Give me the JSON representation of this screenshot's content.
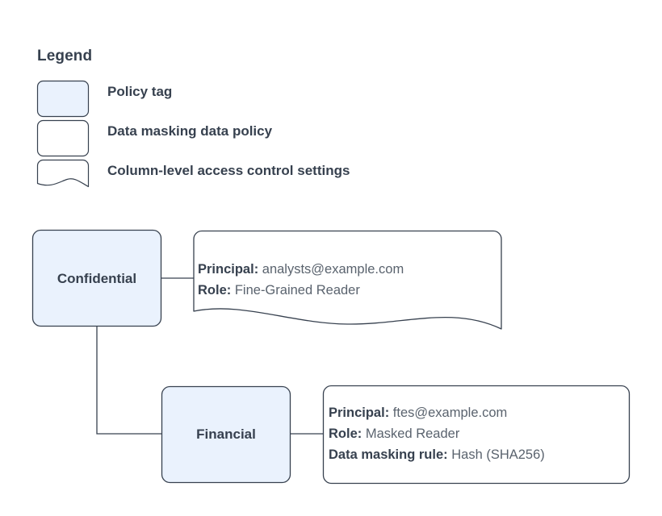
{
  "diagram": {
    "type": "policy-tag-hierarchy",
    "background": "#ffffff",
    "colors": {
      "tag_fill": "#eaf2fd",
      "note_fill": "#ffffff",
      "stroke": "#37414f",
      "connector": "#37414f",
      "text_strong": "#37414f",
      "text_normal": "#5a636e"
    }
  },
  "legend": {
    "title": "Legend",
    "items": [
      {
        "label": "Policy tag",
        "swatch": "rounded-rect-filled"
      },
      {
        "label": "Data masking data policy",
        "swatch": "rounded-rect-outline"
      },
      {
        "label": "Column-level access control settings",
        "swatch": "wavy-bottom-note"
      }
    ]
  },
  "nodes": [
    {
      "id": "confidential",
      "label": "Confidential",
      "kind": "policy-tag"
    },
    {
      "id": "financial",
      "label": "Financial",
      "kind": "policy-tag"
    }
  ],
  "notes": [
    {
      "id": "note-confidential",
      "kind": "column-level-access-control-settings",
      "shape": "wavy-bottom-note",
      "attached_to": "confidential",
      "rows": [
        {
          "key": "Principal:",
          "value": "analysts@example.com"
        },
        {
          "key": "Role:",
          "value": "Fine-Grained Reader"
        }
      ]
    },
    {
      "id": "note-financial",
      "kind": "data-masking-data-policy",
      "shape": "rounded-rect",
      "attached_to": "financial",
      "rows": [
        {
          "key": "Principal:",
          "value": "ftes@example.com"
        },
        {
          "key": "Role:",
          "value": "Masked Reader"
        },
        {
          "key": "Data masking rule:",
          "value": "Hash (SHA256)"
        }
      ]
    }
  ],
  "connectors": [
    {
      "from": "confidential",
      "to": "note-confidential",
      "style": "straight"
    },
    {
      "from": "confidential",
      "to": "financial",
      "style": "elbow"
    },
    {
      "from": "financial",
      "to": "note-financial",
      "style": "straight"
    }
  ]
}
